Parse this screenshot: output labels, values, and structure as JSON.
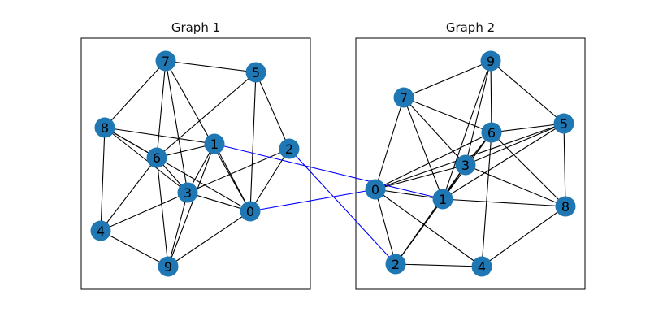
{
  "figure": {
    "panels": [
      {
        "title": "Graph 1",
        "nodes": [
          "0",
          "1",
          "2",
          "3",
          "4",
          "5",
          "6",
          "7",
          "8",
          "9"
        ],
        "edges": [
          [
            "7",
            "5"
          ],
          [
            "7",
            "8"
          ],
          [
            "7",
            "6"
          ],
          [
            "7",
            "3"
          ],
          [
            "7",
            "0"
          ],
          [
            "5",
            "2"
          ],
          [
            "5",
            "0"
          ],
          [
            "5",
            "6"
          ],
          [
            "8",
            "1"
          ],
          [
            "8",
            "6"
          ],
          [
            "8",
            "3"
          ],
          [
            "8",
            "4"
          ],
          [
            "8",
            "0"
          ],
          [
            "1",
            "6"
          ],
          [
            "1",
            "3"
          ],
          [
            "1",
            "9"
          ],
          [
            "1",
            "0"
          ],
          [
            "2",
            "3"
          ],
          [
            "2",
            "0"
          ],
          [
            "6",
            "3"
          ],
          [
            "6",
            "9"
          ],
          [
            "6",
            "4"
          ],
          [
            "3",
            "0"
          ],
          [
            "3",
            "9"
          ],
          [
            "3",
            "4"
          ],
          [
            "0",
            "9"
          ],
          [
            "4",
            "9"
          ]
        ]
      },
      {
        "title": "Graph 2",
        "nodes": [
          "0",
          "1",
          "2",
          "3",
          "4",
          "5",
          "6",
          "7",
          "8",
          "9"
        ],
        "edges": [
          [
            "9",
            "7"
          ],
          [
            "9",
            "5"
          ],
          [
            "9",
            "6"
          ],
          [
            "9",
            "3"
          ],
          [
            "9",
            "1"
          ],
          [
            "7",
            "6"
          ],
          [
            "7",
            "0"
          ],
          [
            "7",
            "1"
          ],
          [
            "7",
            "3"
          ],
          [
            "5",
            "6"
          ],
          [
            "5",
            "3"
          ],
          [
            "5",
            "1"
          ],
          [
            "5",
            "0"
          ],
          [
            "5",
            "8"
          ],
          [
            "6",
            "0"
          ],
          [
            "6",
            "3"
          ],
          [
            "6",
            "4"
          ],
          [
            "6",
            "8"
          ],
          [
            "6",
            "1"
          ],
          [
            "3",
            "0"
          ],
          [
            "3",
            "2"
          ],
          [
            "3",
            "8"
          ],
          [
            "3",
            "1"
          ],
          [
            "0",
            "1"
          ],
          [
            "0",
            "2"
          ],
          [
            "0",
            "4"
          ],
          [
            "1",
            "8"
          ],
          [
            "1",
            "2"
          ],
          [
            "2",
            "4"
          ],
          [
            "4",
            "8"
          ]
        ]
      }
    ],
    "cross_edges": [
      {
        "from": "1",
        "to": "1"
      },
      {
        "from": "0",
        "to": "0"
      },
      {
        "from": "2",
        "to": "2"
      }
    ],
    "colors": {
      "node_fill": "#1f77b4",
      "edge": "#000000",
      "cross_edge": "#0000ff",
      "frame": "#000000",
      "label": "#000000"
    }
  }
}
